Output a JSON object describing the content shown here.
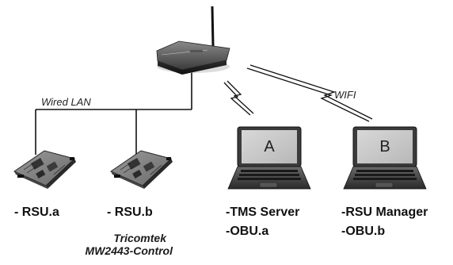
{
  "network": {
    "wired_label": "Wired LAN",
    "wireless_label": "WIFI"
  },
  "laptops": [
    {
      "screen_letter": "A",
      "label_line1": "-TMS Server",
      "label_line2": "-OBU.a"
    },
    {
      "screen_letter": "B",
      "label_line1": "-RSU Manager",
      "label_line2": "-OBU.b"
    }
  ],
  "rsus": [
    {
      "label": "- RSU.a"
    },
    {
      "label": "- RSU.b"
    }
  ],
  "vendor": {
    "line1": "Tricomtek",
    "line2": "MW2443-Control"
  }
}
